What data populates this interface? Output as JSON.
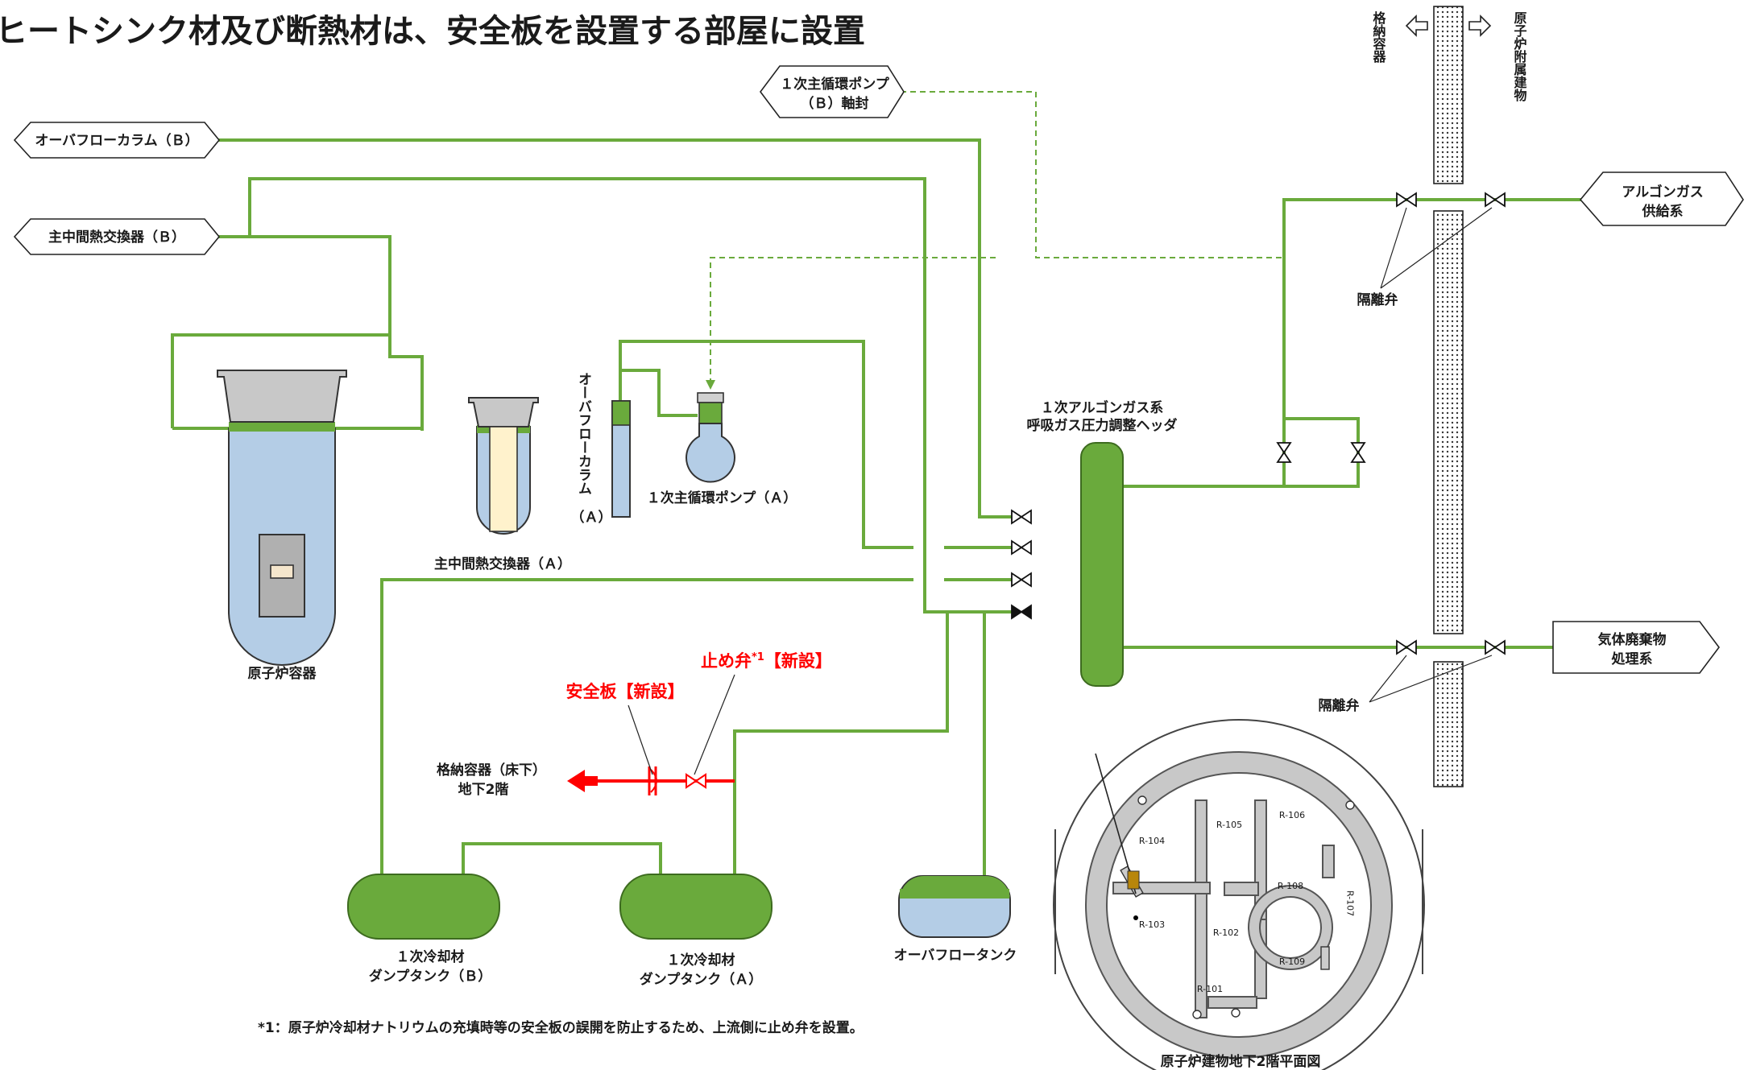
{
  "title": "ヒートシンク材及び断熱材は、安全板を設置する部屋に設置",
  "labels": {
    "overflow_column_b": "オーバフローカラム（Ｂ）",
    "ihx_b": "主中間熱交換器（Ｂ）",
    "pump_b_seal_1": "１次主循環ポンプ",
    "pump_b_seal_2": "（Ｂ）軸封",
    "argon_supply_1": "アルゴンガス",
    "argon_supply_2": "供給系",
    "waste_gas_1": "気体廃棄物",
    "waste_gas_2": "処理系",
    "containment_side": "格納容器",
    "aux_building_side": "原子炉附属建物",
    "isolation_valve_top": "隔離弁",
    "isolation_valve_bottom": "隔離弁",
    "header_1": "１次アルゴンガス系",
    "header_2": "呼吸ガス圧力調整ヘッダ",
    "reactor_vessel": "原子炉容器",
    "ihx_a": "主中間熱交換器（Ａ）",
    "overflow_column_a": "オーバフローカラム",
    "overflow_column_a_suffix": "（Ａ）",
    "pump_a": "１次主循環ポンプ（Ａ）",
    "safety_plate": "安全板【新設】",
    "stop_valve_main": "止め弁",
    "stop_valve_sup": "*1",
    "stop_valve_new": "【新設】",
    "containment_floor_1": "格納容器（床下）",
    "containment_floor_2": "地下2階",
    "dump_tank_b_1": "１次冷却材",
    "dump_tank_b_2": "ダンプタンク（Ｂ）",
    "dump_tank_a_1": "１次冷却材",
    "dump_tank_a_2": "ダンプタンク（Ａ）",
    "overflow_tank": "オーバフロータンク",
    "footnote": "*1：原子炉冷却材ナトリウムの充填時等の安全板の誤開を防止するため、上流側に止め弁を設置。",
    "plan_title": "原子炉建物地下2階平面図"
  },
  "rooms": [
    "R-101",
    "R-102",
    "R-103",
    "R-104",
    "R-105",
    "R-106",
    "R-107",
    "R-108",
    "R-109"
  ],
  "colors": {
    "pipe": "#6aaa3c",
    "new_equipment": "#ff0000",
    "vessel_liquid": "#b4cde6",
    "vessel_lid": "#c8c8c8"
  }
}
